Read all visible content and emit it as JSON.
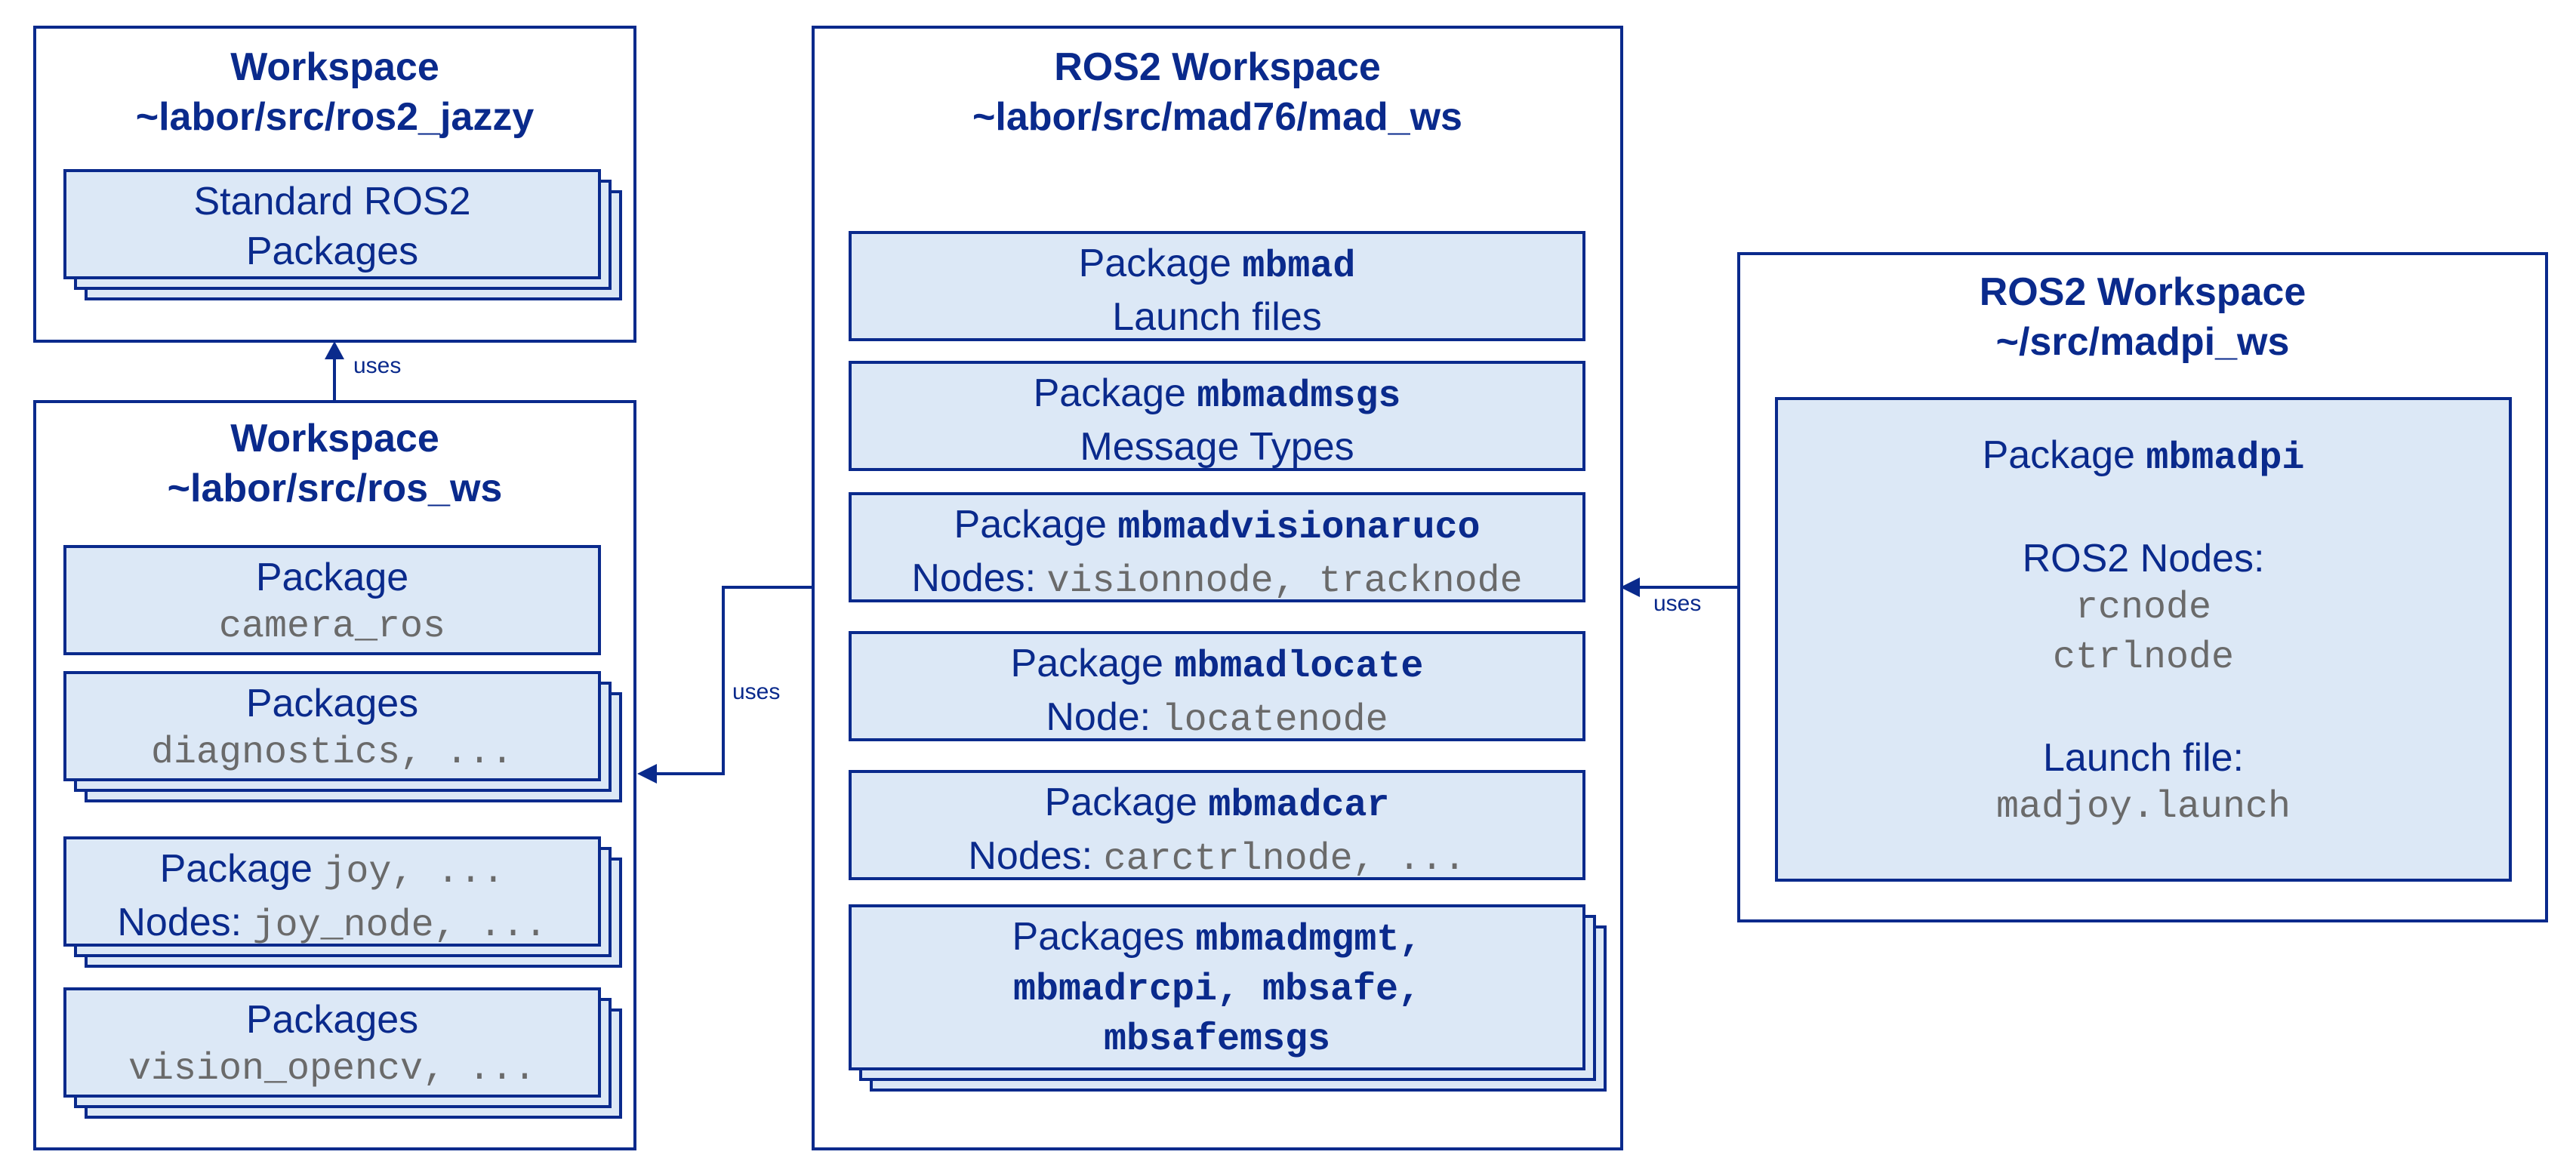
{
  "ws_jazzy": {
    "title1": "Workspace",
    "title2": "~labor/src/ros2_jazzy",
    "pkg_l1": "Standard ROS2",
    "pkg_l2": "Packages"
  },
  "ws_rosws": {
    "title1": "Workspace",
    "title2": "~labor/src/ros_ws",
    "camera": {
      "label": "Package",
      "name": "camera_ros"
    },
    "diagnostics": {
      "label": "Packages",
      "name": "diagnostics, ..."
    },
    "joy": {
      "label": "Package",
      "name": "joy, ...",
      "nodes_label": "Nodes:",
      "nodes": "joy_node, ..."
    },
    "vision": {
      "label": "Packages",
      "name": "vision_opencv, ..."
    }
  },
  "ws_mad": {
    "title1": "ROS2 Workspace",
    "title2": "~labor/src/mad76/mad_ws",
    "mbmad": {
      "label": "Package",
      "name": "mbmad",
      "desc": "Launch files"
    },
    "mbmadmsgs": {
      "label": "Package",
      "name": "mbmadmsgs",
      "desc": "Message Types"
    },
    "aruco": {
      "label": "Package",
      "name": "mbmadvisionaruco",
      "nodes_label": "Nodes:",
      "nodes": "visionnode, tracknode"
    },
    "locate": {
      "label": "Package",
      "name": "mbmadlocate",
      "nodes_label": "Node:",
      "nodes": "locatenode"
    },
    "car": {
      "label": "Package",
      "name": "mbmadcar",
      "nodes_label": "Nodes:",
      "nodes": "carctrlnode, ..."
    },
    "mgmt": {
      "label": "Packages",
      "name1": "mbmadmgmt,",
      "name2": "mbmadrcpi, mbsafe,",
      "name3": "mbsafemsgs"
    }
  },
  "ws_madpi": {
    "title1": "ROS2 Workspace",
    "title2": "~/src/madpi_ws",
    "pkg_label": "Package",
    "pkg_name": "mbmadpi",
    "nodes_label": "ROS2 Nodes:",
    "node1": "rcnode",
    "node2": "ctrlnode",
    "launch_label": "Launch file:",
    "launch_name": "madjoy.launch"
  },
  "edges": {
    "uses1": "uses",
    "uses2": "uses",
    "uses3": "uses"
  },
  "colors": {
    "stroke": "#0a2a8c",
    "fill": "#dce8f6",
    "mono": "#6a6a6a"
  }
}
